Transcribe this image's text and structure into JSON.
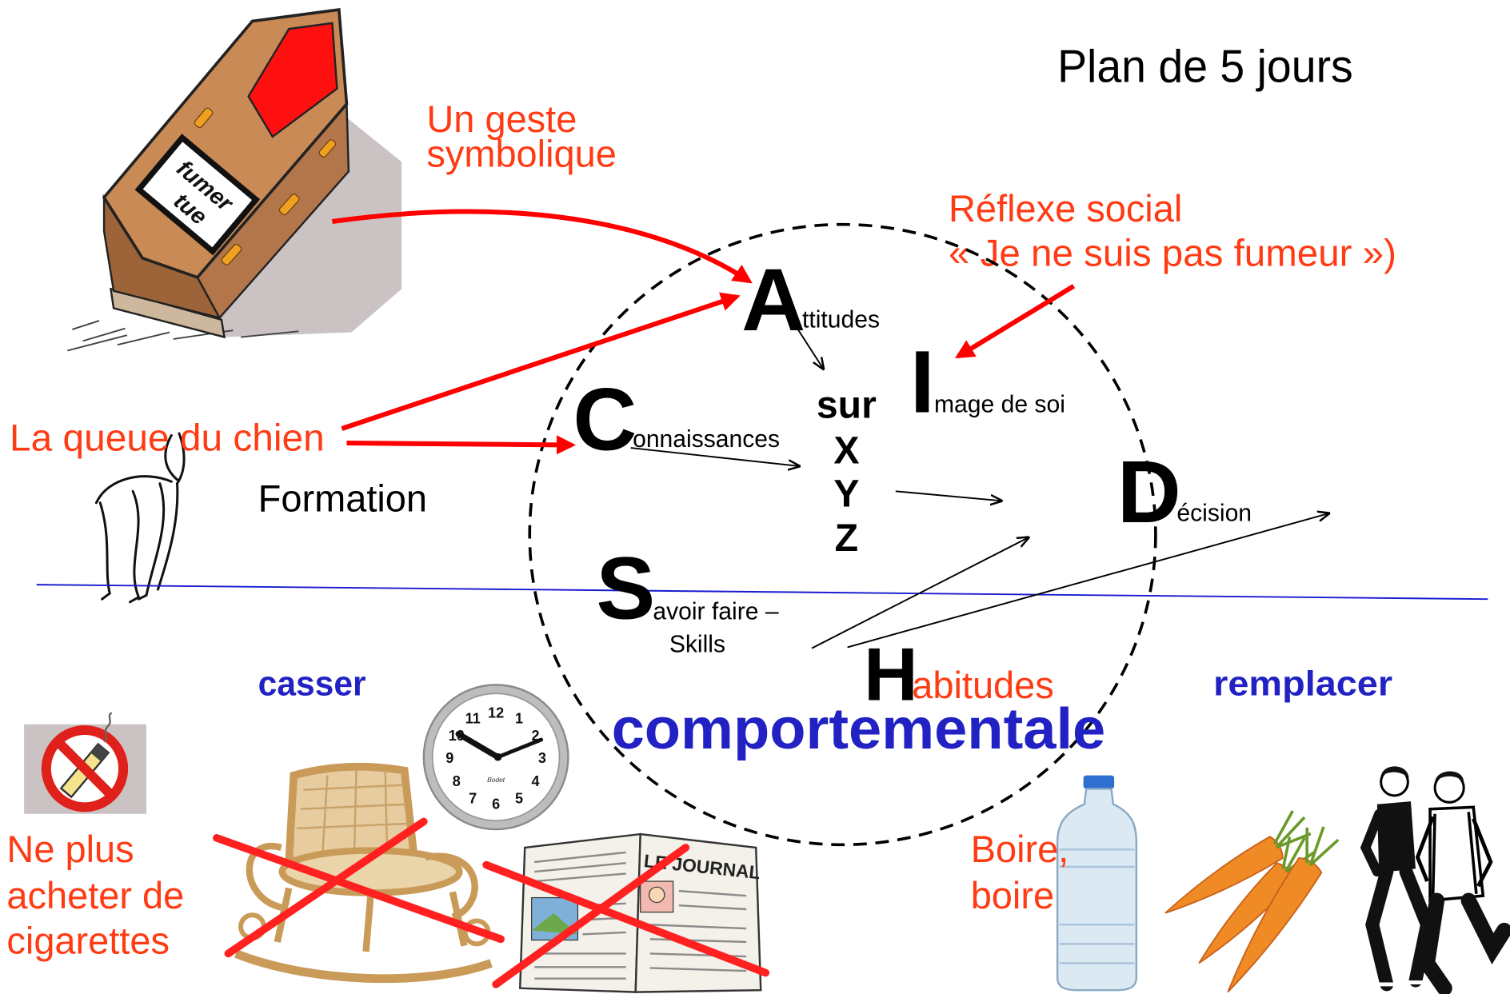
{
  "slide": {
    "title": "Plan de 5 jours",
    "geste_lines": [
      "Un geste",
      "symbolique"
    ],
    "reflexe_lines": [
      "Réflexe social",
      "« Je ne suis pas fumeur »)"
    ],
    "queue_du_chien": "La queue du chien",
    "formation": "Formation",
    "casser": "casser",
    "remplacer": "remplacer",
    "ne_plus_lines": [
      "Ne plus",
      "acheter de",
      "cigarettes"
    ],
    "boire_lines": [
      "Boire,",
      "boire"
    ]
  },
  "model": {
    "attitudes": {
      "initial": "A",
      "rest": "ttitudes"
    },
    "connaissances": {
      "initial": "C",
      "rest": "onnaissances"
    },
    "image_de_soi": {
      "initial": "I",
      "rest": "mage de soi"
    },
    "decision": {
      "initial": "D",
      "rest": "écision"
    },
    "savoir_faire": {
      "initial": "S",
      "rest": [
        "avoir faire –",
        "Skills"
      ]
    },
    "habitudes": {
      "initial": "H",
      "rest": "abitudes"
    },
    "sur_xyz": [
      "sur",
      "X",
      "Y",
      "Z"
    ],
    "comportementale": "comportementale"
  },
  "illustrations": {
    "coffin_label": [
      "fumer",
      "tue"
    ],
    "newspaper_masthead": "LE JOURNAL",
    "clock_numerals": [
      "12",
      "1",
      "2",
      "3",
      "4",
      "5",
      "6",
      "7",
      "8",
      "9",
      "10",
      "11"
    ],
    "clock_brand": "Bodet",
    "icons": [
      "coffin",
      "dog-tail",
      "no-smoking-sign",
      "rocking-chair",
      "wall-clock",
      "newspaper",
      "water-bottle",
      "carrots",
      "joggers"
    ]
  },
  "colors": {
    "red_text": "#ff3b14",
    "red_arrow": "#ff0000",
    "blue_text": "#2222c4",
    "blue_line": "#1a1ad0",
    "background": "#ffffff"
  }
}
